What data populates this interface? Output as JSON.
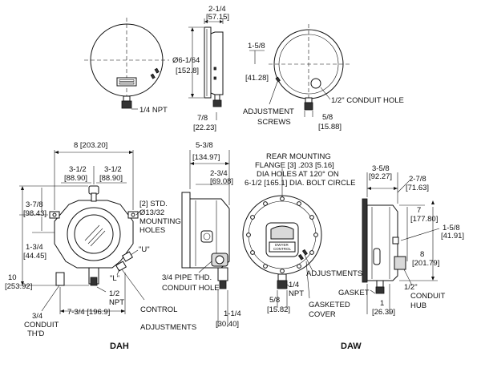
{
  "top_left": {
    "width_dim": "2-1/4",
    "width_dim_mm": "[57.15]",
    "dia_dim": "Ø6-1/64",
    "dia_dim_mm": "[152.8]",
    "depth_dim": "7/8",
    "depth_dim_mm": "[22.23]",
    "npt_label": "1/4 NPT"
  },
  "top_right": {
    "offset_dim": "1-5/8",
    "offset_dim_mm": "[41.28]",
    "conduit_label": "1/2\" CONDUIT HOLE",
    "adj_label_1": "ADJUSTMENT",
    "adj_label_2": "SCREWS",
    "stem_dim": "5/8",
    "stem_dim_mm": "[15.88]"
  },
  "dah_front": {
    "width_dim": "8 [203.20]",
    "left_half": "3-1/2",
    "left_half_mm": "[88.90]",
    "right_half": "3-1/2",
    "right_half_mm": "[88.90]",
    "top_offset": "3-7/8",
    "top_offset_mm": "[98.43]",
    "mid_offset": "1-3/4",
    "mid_offset_mm": "[44.45]",
    "height": "10",
    "height_mm": "[253.92]",
    "std_1": "[2] STD.",
    "std_2": "Ø13/32",
    "std_3": "MOUNTING",
    "std_4": "HOLES",
    "u_label": "\"U\"",
    "l_label": "\"L\"",
    "npt_1": "1/2",
    "npt_2": "NPT",
    "bottom_width": "7-3/4 [196.9]",
    "conduit_1": "3/4",
    "conduit_2": "CONDUIT",
    "conduit_3": "TH'D",
    "control_1": "CONTROL",
    "control_2": "ADJUSTMENTS",
    "caption": "DAH"
  },
  "dah_side": {
    "depth": "5-3/8",
    "depth_mm": "[134.97]",
    "inner": "2-3/4",
    "inner_mm": "[69.08]",
    "pipe_1": "3/4 PIPE THD.",
    "pipe_2": "CONDUIT HOLE",
    "stem": "1-1/4",
    "stem_mm": "[30.40]"
  },
  "daw_front": {
    "rear_1": "REAR MOUNTING",
    "rear_2": "FLANGE [3] .203 [5.16]",
    "rear_3": "DIA HOLES AT 120° ON",
    "rear_4": "6-1/2 [165.1] DIA. BOLT CIRCLE",
    "adjustments": "ADJUSTMENTS",
    "npt_1": "1/4",
    "npt_2": "NPT",
    "stem": "5/8",
    "stem_mm": "[15.82]",
    "cover_1": "GASKETED",
    "cover_2": "COVER",
    "caption": "DAW",
    "plate_1": "DWYER",
    "plate_2": "CONTROL"
  },
  "daw_side": {
    "width": "3-5/8",
    "width_mm": "[92.27]",
    "inner": "2-7/8",
    "inner_mm": "[71.63]",
    "seven": "7",
    "seven_mm": "[177.80]",
    "offset": "1-5/8",
    "offset_mm": "[41.91]",
    "eight": "8",
    "eight_mm": "[201.79]",
    "gasket": "GASKET",
    "one": "1",
    "one_mm": "[26.39]",
    "conduit_1": "1/2\"",
    "conduit_2": "CONDUIT",
    "conduit_3": "HUB"
  }
}
